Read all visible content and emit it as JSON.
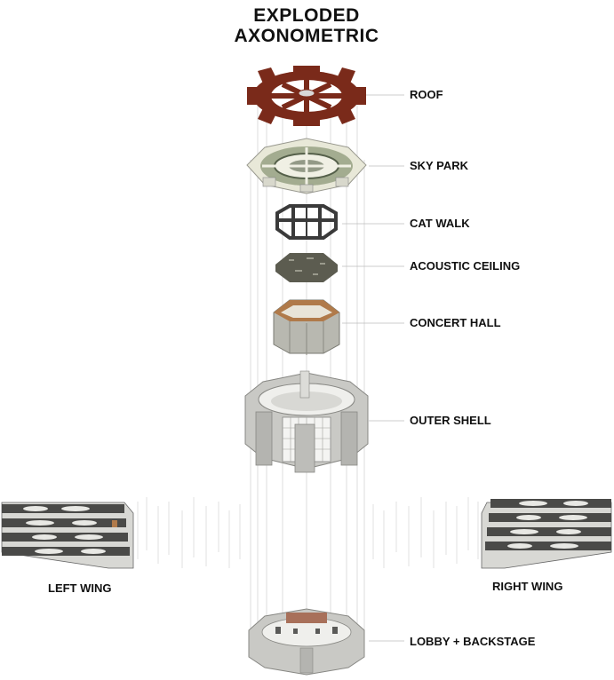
{
  "title": {
    "line1": "EXPLODED",
    "line2": "AXONOMETRIC"
  },
  "labels": {
    "roof": "ROOF",
    "sky_park": "SKY PARK",
    "cat_walk": "CAT WALK",
    "acoustic_ceiling": "ACOUSTIC CEILING",
    "concert_hall": "CONCERT HALL",
    "outer_shell": "OUTER SHELL",
    "left_wing": "LEFT WING",
    "right_wing": "RIGHT WING",
    "lobby_backstage": "LOBBY + BACKSTAGE"
  },
  "colors": {
    "roof": "#7a2a1a",
    "sky_park": "#e8e8d8",
    "structure": "#3a3a3a",
    "acoustic": "#5c5c50",
    "concert_wall": "#b8b8b0",
    "concert_wood": "#b07a4a",
    "shell": "#c9c9c5",
    "wing_dark": "#4a4a48",
    "guide_line": "#c8c8c8"
  }
}
